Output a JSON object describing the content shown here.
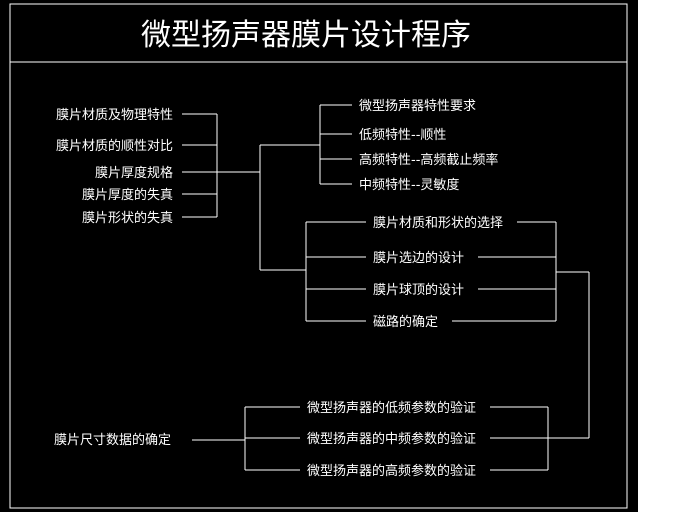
{
  "title": "微型扬声器膜片设计程序",
  "left_group": [
    "膜片材质及物理特性",
    "膜片材质的顺性对比",
    "膜片厚度规格",
    "膜片厚度的失真",
    "膜片形状的失真"
  ],
  "requirements": [
    "微型扬声器特性要求",
    "低频特性--顺性",
    "高频特性--高频截止频率",
    "中频特性--灵敏度"
  ],
  "design_steps": [
    "膜片材质和形状的选择",
    "膜片选边的设计",
    "膜片球顶的设计",
    "磁路的确定"
  ],
  "size_confirm": "膜片尺寸数据的确定",
  "verification": [
    "微型扬声器的低频参数的验证",
    "微型扬声器的中频参数的验证",
    "微型扬声器的高频参数的验证"
  ],
  "colors": {
    "background": "#000000",
    "foreground": "#ffffff",
    "outer": "#ffffff"
  }
}
